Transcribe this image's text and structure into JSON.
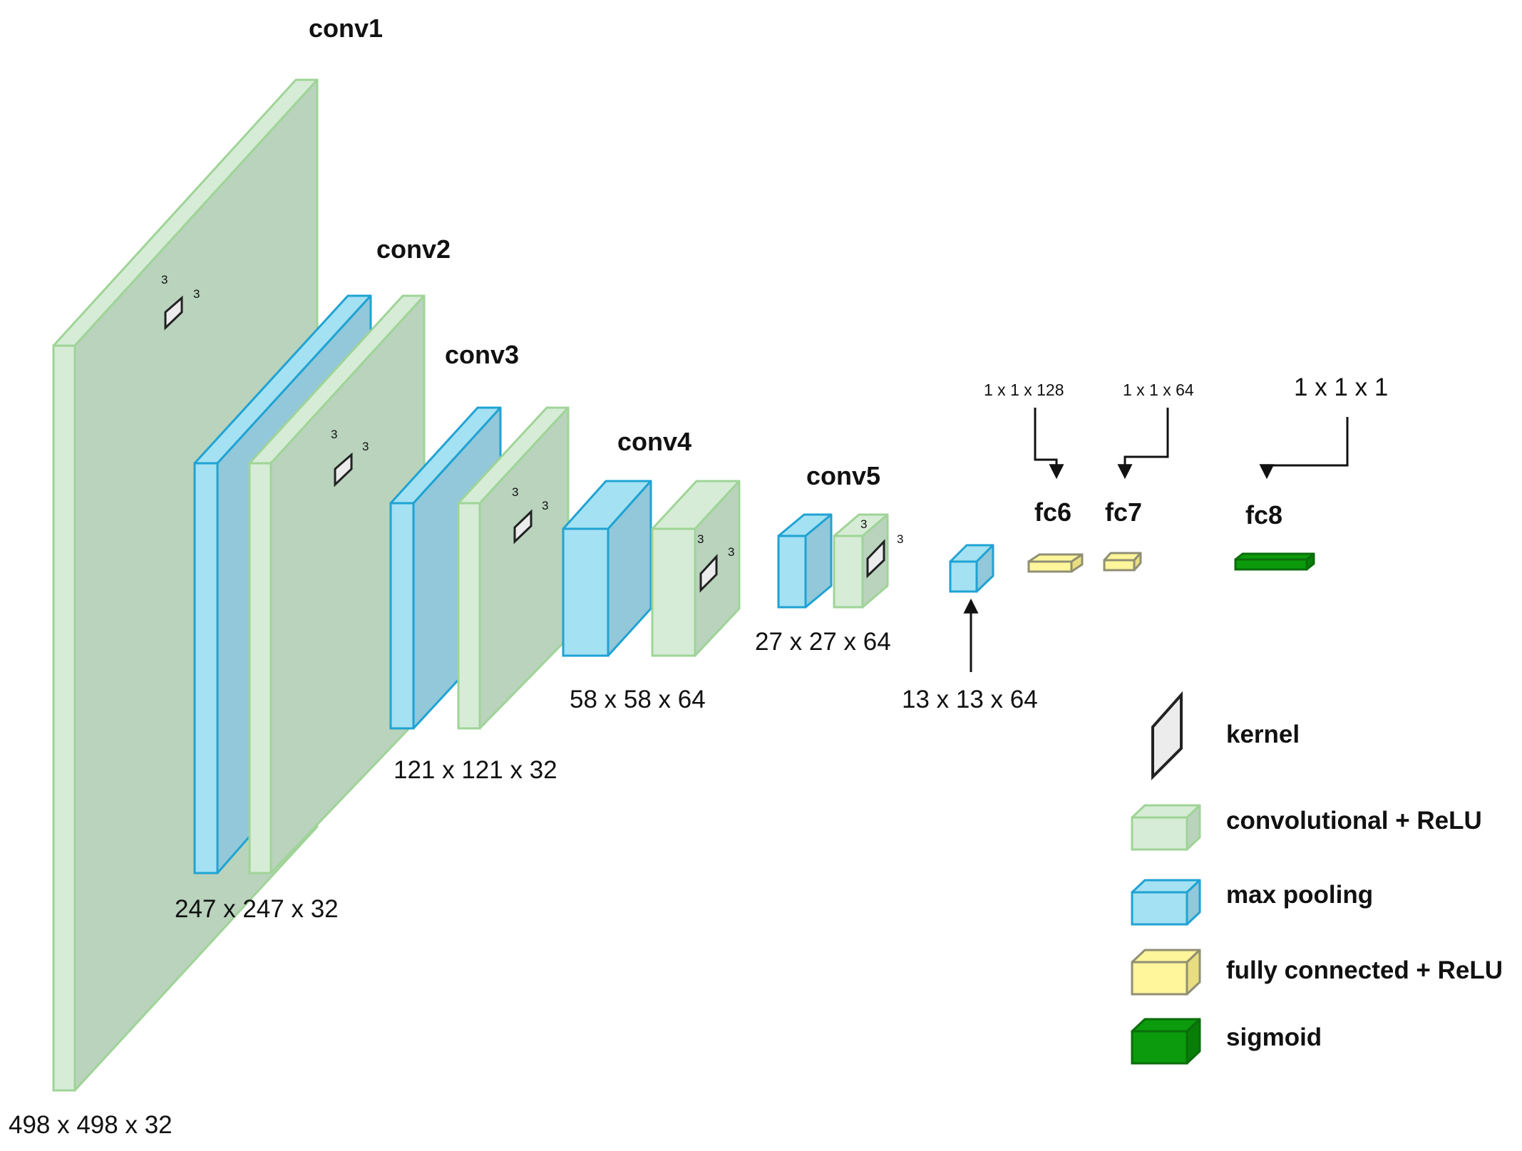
{
  "colors": {
    "conv_front": "#d6ecd6",
    "conv_side": "#b9d3bd",
    "conv_stroke": "#9fd497",
    "pool_front": "#a4e1f2",
    "pool_side": "#93c7da",
    "pool_stroke": "#1fa3d3",
    "fc_front": "#fff59a",
    "fc_stroke": "#8f8f74",
    "sigmoid_front": "#0c9b0c",
    "sigmoid_stroke": "#0a6d0a",
    "kernel_fill": "#ececec",
    "kernel_stroke": "#222222"
  },
  "layers": {
    "conv1": "conv1",
    "conv2": "conv2",
    "conv3": "conv3",
    "conv4": "conv4",
    "conv5": "conv5",
    "fc6": "fc6",
    "fc7": "fc7",
    "fc8": "fc8"
  },
  "dimensions": {
    "d498": "498 x 498 x 32",
    "d247": "247 x 247 x 32",
    "d121": "121 x 121 x 32",
    "d58": "58 x 58 x 64",
    "d27": "27 x 27 x 64",
    "d13": "13 x 13 x 64",
    "fc6": "1 x 1 x 128",
    "fc7": "1 x 1 x 64",
    "fc8": "1 x 1 x 1"
  },
  "kernel_size": "3",
  "legend": [
    {
      "label": "kernel",
      "icon": "kernel-icon"
    },
    {
      "label": "convolutional + ReLU",
      "icon": "conv-block-icon"
    },
    {
      "label": "max pooling",
      "icon": "pool-block-icon"
    },
    {
      "label": "fully connected + ReLU",
      "icon": "fc-block-icon"
    },
    {
      "label": "sigmoid",
      "icon": "sigmoid-block-icon"
    }
  ]
}
